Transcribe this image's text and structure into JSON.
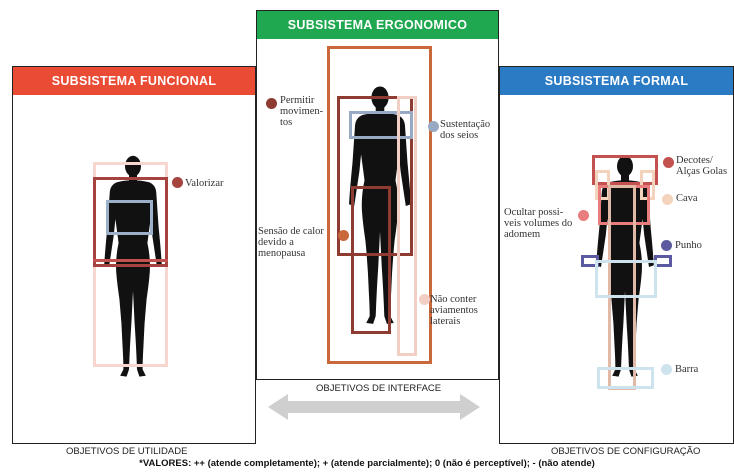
{
  "panels": {
    "funcional": {
      "title": "SUBSISTEMA FUNCIONAL",
      "color": "#e94b35",
      "footer": "OBJETIVOS DE UTILIDADE",
      "notes": [
        {
          "text": "Valorizar",
          "dot_color": "#a6433e"
        }
      ]
    },
    "ergonomico": {
      "title": "SUBSISTEMA ERGONOMICO",
      "color": "#1fa84f",
      "footer": "OBJETIVOS DE INTERFACE",
      "notes": [
        {
          "text": "Permitir movimen- tos",
          "dot_color": "#8e3b32"
        },
        {
          "text": "Sustentação dos seios",
          "dot_color": "#98a9c4"
        },
        {
          "text": "Sensão de calor devido a menopausa",
          "dot_color": "#c9683a"
        },
        {
          "text": "Não conter aviamentos laterais",
          "dot_color": "#f1cfc4"
        }
      ]
    },
    "formal": {
      "title": "SUBSISTEMA FORMAL",
      "color": "#2a7ac4",
      "footer": "OBJETIVOS DE CONFIGURAÇÃO",
      "notes": [
        {
          "text": "Decotes/ Alças Golas",
          "dot_color": "#c2514f"
        },
        {
          "text": "Cava",
          "dot_color": "#f3d3bb"
        },
        {
          "text": "Ocultar possi- veis volumes do adomem",
          "dot_color": "#e97c7c"
        },
        {
          "text": "Punho",
          "dot_color": "#5b5aa0"
        },
        {
          "text": "Barra",
          "dot_color": "#cde3ee"
        }
      ]
    }
  },
  "arrow_icon": "double-headed-arrow",
  "values_note": "*VALORES: ++ (atende completamente); + (atende parcialmente); 0 (não é perceptível); - (não atende)"
}
